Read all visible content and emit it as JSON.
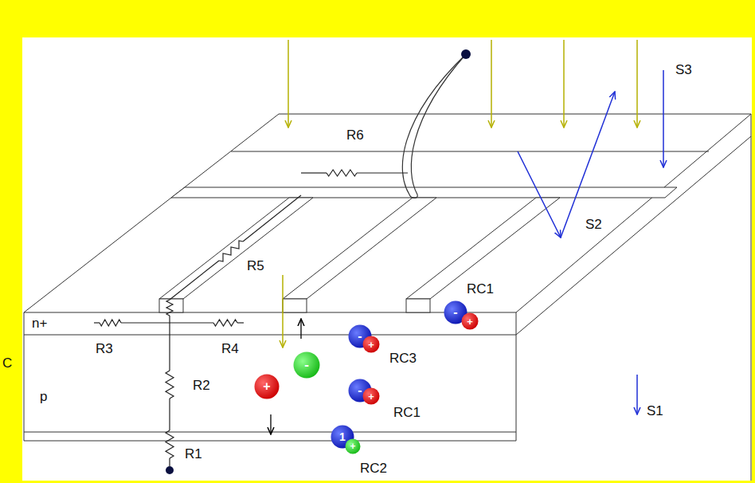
{
  "diagram": {
    "nodes": [
      {
        "text": [
          "-"
        ]
      },
      {
        "text": [
          "+"
        ]
      },
      {
        "text": [
          "-"
        ]
      },
      {
        "text": [
          "+"
        ]
      },
      {
        "text": [
          "-"
        ]
      },
      {
        "text": [
          "+"
        ]
      },
      {
        "text": [
          "-"
        ]
      },
      {
        "text": [
          "+"
        ]
      },
      {
        "text": [
          "1"
        ]
      },
      {
        "text": [
          "+"
        ]
      }
    ],
    "labels": [
      "S3",
      "R6",
      "S2",
      "R5",
      "RC1",
      "n+",
      "R3",
      "R4",
      "RC3",
      "C",
      "p",
      "R2",
      "RC1",
      "S1",
      "R1",
      "RC2"
    ]
  }
}
